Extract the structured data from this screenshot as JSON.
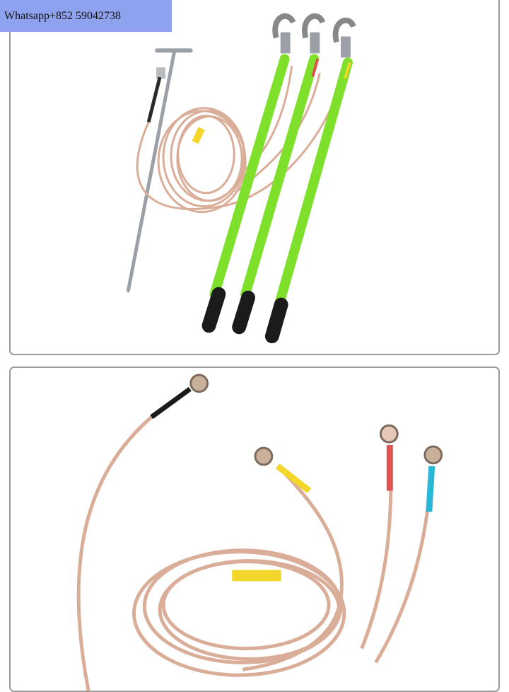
{
  "contact_banner": {
    "text": "Whatsapp+852 59042738",
    "background": "#8ea2f0"
  },
  "photos": [
    {
      "subject": "three green insulated earthing sticks with hooks, grounding spike and coiled copper cable"
    },
    {
      "subject": "copper grounding cables with ring lugs and colored sleeves (black, yellow, red, blue)"
    }
  ],
  "colors": {
    "stick_green": "#7ee02a",
    "cable_copper": "#d9ad98",
    "grip_black": "#1b1b1b",
    "sleeve_yellow": "#f2d62a",
    "sleeve_red": "#e0524f",
    "sleeve_blue": "#2ab6d6"
  }
}
